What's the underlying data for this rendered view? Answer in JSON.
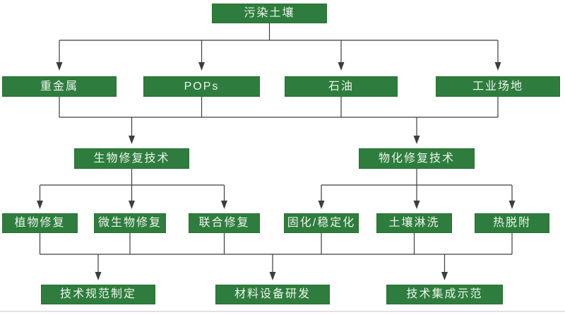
{
  "nodes": {
    "root": "污染土壤",
    "heavy_metals": "重金属",
    "pops": "POPs",
    "petroleum": "石油",
    "industrial_site": "工业场地",
    "bioremediation_tech": "生物修复技术",
    "physicochemical_tech": "物化修复技术",
    "phytoremediation": "植物修复",
    "microbial_remediation": "微生物修复",
    "combined_remediation": "联合修复",
    "solidification_stabilization": "固化/稳定化",
    "soil_washing": "土壤淋洗",
    "thermal_desorption": "热脱附",
    "tech_spec_development": "技术规范制定",
    "materials_equipment_rd": "材料设备研发",
    "tech_integration_demo": "技术集成示范"
  },
  "edges": [
    {
      "from": [
        "root"
      ],
      "to": [
        "heavy_metals",
        "pops",
        "petroleum",
        "industrial_site"
      ]
    },
    {
      "from": [
        "heavy_metals",
        "pops",
        "petroleum",
        "industrial_site"
      ],
      "to": [
        "bioremediation_tech",
        "physicochemical_tech"
      ]
    },
    {
      "from": [
        "bioremediation_tech"
      ],
      "to": [
        "phytoremediation",
        "microbial_remediation",
        "combined_remediation"
      ]
    },
    {
      "from": [
        "physicochemical_tech"
      ],
      "to": [
        "solidification_stabilization",
        "soil_washing",
        "thermal_desorption"
      ]
    },
    {
      "from": [
        "phytoremediation",
        "microbial_remediation",
        "combined_remediation",
        "solidification_stabilization",
        "soil_washing",
        "thermal_desorption"
      ],
      "to": [
        "tech_spec_development",
        "materials_equipment_rd",
        "tech_integration_demo"
      ]
    }
  ],
  "colors": {
    "node_fill": "#2e7d3e",
    "node_border": "#27702f",
    "node_text": "#eef4ec",
    "connector": "#3d3d3d",
    "background": "#ffffff",
    "bottom_rule": "#d8d8d8"
  }
}
